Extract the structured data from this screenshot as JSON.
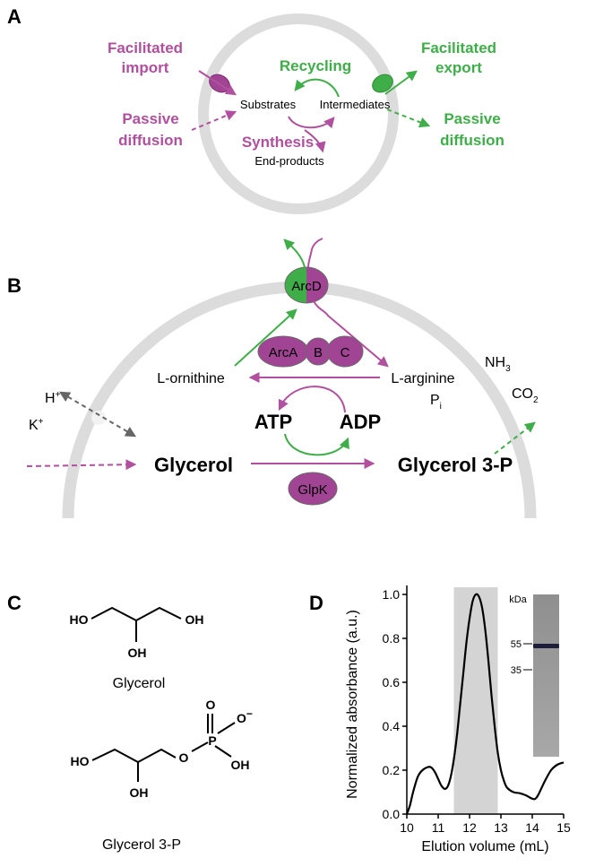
{
  "panel_a": {
    "label": "A",
    "facilitated_import": [
      "Facilitated",
      "import"
    ],
    "passive_diffusion_left": [
      "Passive",
      "diffusion"
    ],
    "recycling": "Recycling",
    "facilitated_export": [
      "Facilitated",
      "export"
    ],
    "passive_diffusion_right": [
      "Passive",
      "diffusion"
    ],
    "substrates": "Substrates",
    "intermediates": "Intermediates",
    "synthesis": "Synthesis",
    "end_products": "End-products",
    "colors": {
      "pink": "#b0509e",
      "green": "#3fae49",
      "membrane": "#dcdcdc"
    }
  },
  "panel_b": {
    "label": "B",
    "arcd": "ArcD",
    "arca": "ArcA",
    "b": "B",
    "c": "C",
    "l_ornithine": "L-ornithine",
    "l_arginine": "L-arginine",
    "pi": "P",
    "pi_sub": "i",
    "nh3": "NH",
    "nh3_sub": "3",
    "co2": "CO",
    "co2_sub": "2",
    "h_plus": "H",
    "h_sup": "+",
    "k_plus": "K",
    "k_sup": "+",
    "atp": "ATP",
    "adp": "ADP",
    "glycerol": "Glycerol",
    "glycerol_3p": "Glycerol 3-P",
    "glpk": "GlpK"
  },
  "panel_c": {
    "label": "C",
    "ho_left": "HO",
    "oh_right": "OH",
    "oh_bottom": "OH",
    "glycerol_name": "Glycerol",
    "g3p_ho": "HO",
    "g3p_oh": "OH",
    "g3p_o_link": "O",
    "g3p_p": "P",
    "g3p_o_top": "O",
    "g3p_o_minus": "O",
    "g3p_minus": "−",
    "g3p_oh_p": "OH",
    "g3p_name": "Glycerol 3-P"
  },
  "panel_d": {
    "label": "D",
    "gel_kda": "kDa",
    "gel_marker_55": "55",
    "gel_marker_35": "35"
  },
  "chart_data": {
    "type": "line",
    "xlabel": "Elution volume (mL)",
    "ylabel": "Normalized absorbance (a.u.)",
    "xlim": [
      10,
      15
    ],
    "ylim": [
      0.0,
      1.0
    ],
    "x_ticks": [
      "10",
      "11",
      "12",
      "13",
      "14",
      "15"
    ],
    "y_ticks": [
      "0.0",
      "0.2",
      "0.4",
      "0.6",
      "0.8",
      "1.0"
    ],
    "shaded_region": [
      11.5,
      12.9
    ],
    "series": [
      {
        "x": [
          10.0,
          10.1,
          10.2,
          10.35,
          10.5,
          10.7,
          10.8,
          10.9,
          11.0,
          11.1,
          11.2,
          11.3,
          11.4,
          11.5,
          11.6,
          11.7,
          11.8,
          11.9,
          12.0,
          12.1,
          12.2,
          12.3,
          12.4,
          12.5,
          12.6,
          12.7,
          12.8,
          12.9,
          13.0,
          13.1,
          13.2,
          13.4,
          13.6,
          13.8,
          14.0,
          14.1,
          14.2,
          14.4,
          14.6,
          14.8,
          15.0
        ],
        "y": [
          0.0,
          0.04,
          0.1,
          0.17,
          0.2,
          0.215,
          0.21,
          0.19,
          0.16,
          0.13,
          0.115,
          0.125,
          0.17,
          0.25,
          0.36,
          0.5,
          0.64,
          0.78,
          0.89,
          0.97,
          1.0,
          0.99,
          0.94,
          0.84,
          0.7,
          0.54,
          0.4,
          0.28,
          0.2,
          0.15,
          0.12,
          0.1,
          0.095,
          0.085,
          0.07,
          0.07,
          0.09,
          0.15,
          0.2,
          0.225,
          0.235
        ]
      }
    ],
    "grid": false
  }
}
